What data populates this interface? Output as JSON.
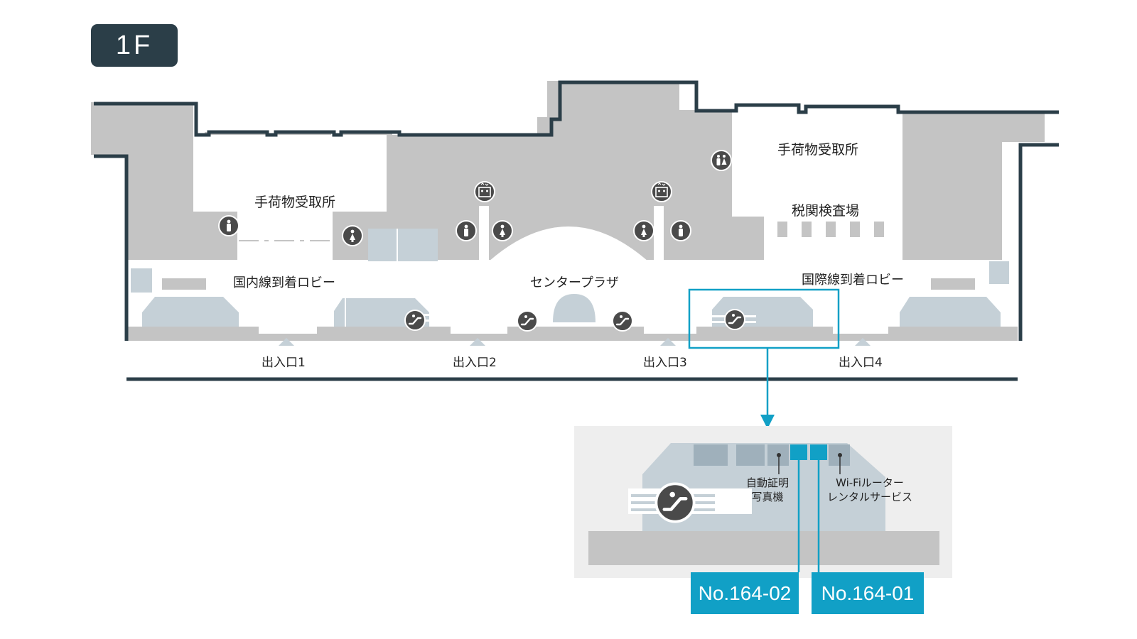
{
  "floor": {
    "label": "1F"
  },
  "map": {
    "rooms": {
      "baggage_claim_domestic": "手荷物受取所",
      "baggage_claim_international": "手荷物受取所",
      "customs": "税関検査場",
      "domestic_lobby": "国内線到着ロビー",
      "center_plaza": "センタープラザ",
      "international_lobby": "国際線到着ロビー"
    },
    "entrances": [
      "出入口1",
      "出入口2",
      "出入口3",
      "出入口4"
    ],
    "icons": [
      "restroom-icon",
      "elevator-icon",
      "mens-restroom-icon",
      "womens-restroom-icon",
      "escalator-icon"
    ]
  },
  "detail": {
    "photo_booth": {
      "line1": "自動証明",
      "line2": "写真機"
    },
    "wifi_rental": {
      "line1": "Wi-Fiルーター",
      "line2": "レンタルサービス"
    },
    "badges": [
      "No.164-02",
      "No.164-01"
    ]
  },
  "colors": {
    "wall": "#2b3e48",
    "area_gray": "#c4c4c4",
    "counter_blue": "#c5d0d7",
    "accent": "#11a0c6",
    "icon_dark": "#4a4a4a",
    "detail_bg": "#eeeeee"
  }
}
